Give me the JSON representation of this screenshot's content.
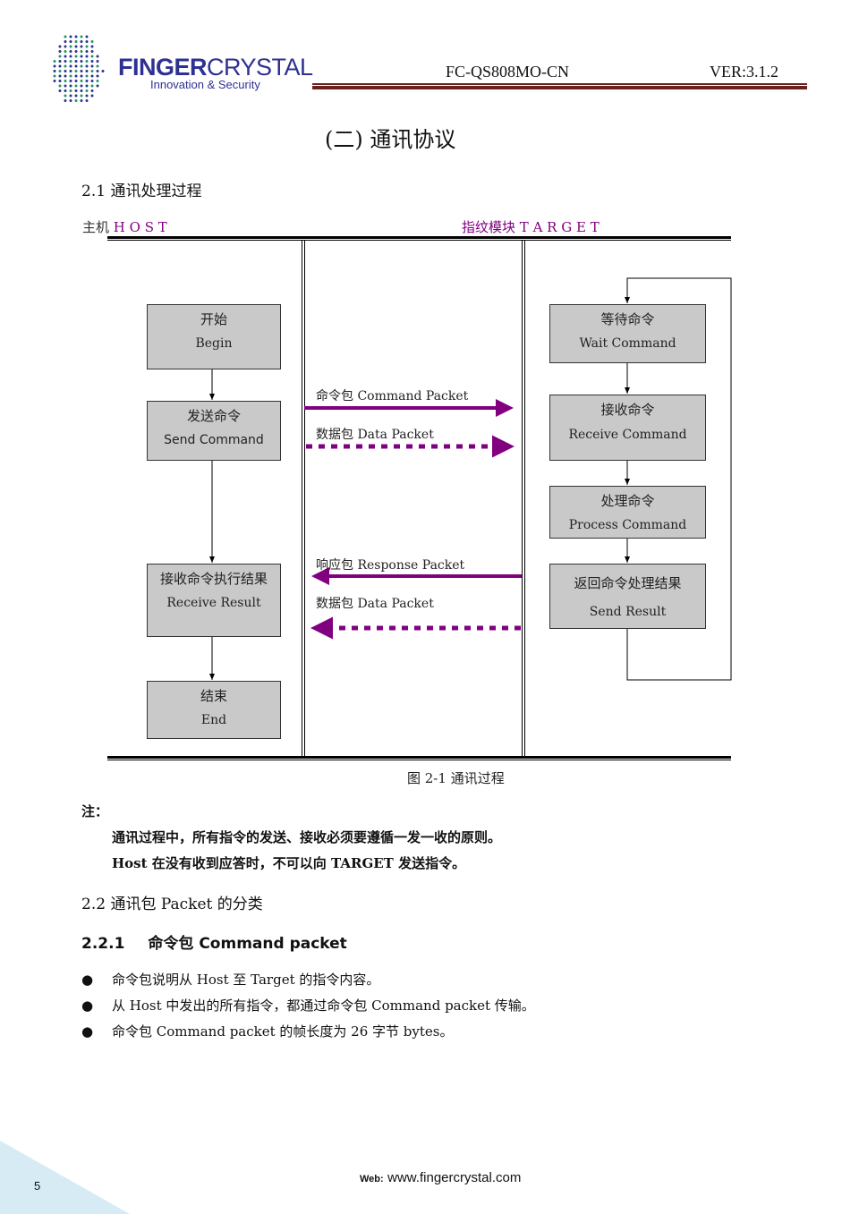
{
  "header": {
    "logo_brand_bold": "FINGER",
    "logo_brand_thin": "CRYSTAL",
    "logo_tagline": "Innovation & Security",
    "doc_code": "FC-QS808MO-CN",
    "version": "VER:3.1.2",
    "rule_color": "#6b2020"
  },
  "chapter_title": "(二)  通讯协议",
  "section_2_1": "2.1 通讯处理过程",
  "diagram": {
    "host_prefix": "主机",
    "host_label": "H O S T",
    "target_prefix": "指纹模块",
    "target_label": "T A R G E T",
    "accent": "#800080",
    "host_boxes": [
      {
        "cn": "开始",
        "en": "Begin"
      },
      {
        "cn": "发送命令",
        "en": "Send Command"
      },
      {
        "cn": "接收命令执行结果",
        "en": "Receive Result"
      },
      {
        "cn": "结束",
        "en": "End"
      }
    ],
    "target_boxes": [
      {
        "cn": "等待命令",
        "en": "Wait Command"
      },
      {
        "cn": "接收命令",
        "en": "Receive Command"
      },
      {
        "cn": "处理命令",
        "en": "Process Command"
      },
      {
        "cn": "返回命令处理结果",
        "en": "Send Result"
      }
    ],
    "arrows": [
      {
        "label": "命令包 Command Packet",
        "direction": "right",
        "style": "solid"
      },
      {
        "label": "数据包 Data Packet",
        "direction": "right",
        "style": "dashed"
      },
      {
        "label": "响应包 Response Packet",
        "direction": "left",
        "style": "solid"
      },
      {
        "label": "数据包 Data Packet",
        "direction": "left",
        "style": "dashed"
      }
    ],
    "caption": "图 2-1 通讯过程"
  },
  "note": {
    "title": "注：",
    "lines": [
      "通讯过程中，所有指令的发送、接收必须要遵循一发一收的原则。",
      "Host 在没有收到应答时，不可以向 TARGET 发送指令。"
    ]
  },
  "section_2_2": "2.2 通讯包 Packet 的分类",
  "section_2_2_1": {
    "num": "2.2.1",
    "title": "命令包 Command packet"
  },
  "bullets": [
    "命令包说明从 Host 至 Target 的指令内容。",
    "从 Host 中发出的所有指令，都通过命令包 Command packet 传输。",
    "命令包 Command packet 的帧长度为 26 字节 bytes。"
  ],
  "footer": {
    "page": "5",
    "web_label": "Web:",
    "web_url": "www.fingercrystal.com"
  }
}
